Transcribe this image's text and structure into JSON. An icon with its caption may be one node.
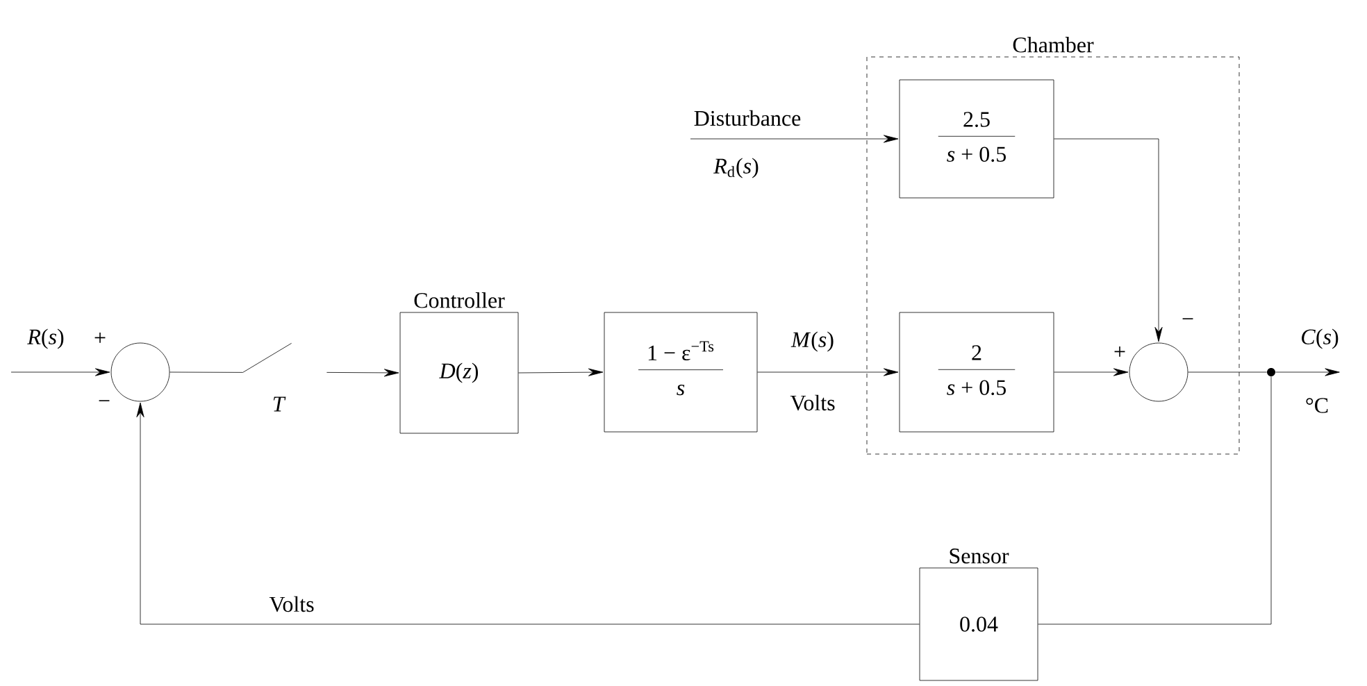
{
  "diagram": {
    "nodes": [
      {
        "text": [
          "Chamber"
        ]
      },
      {
        "text": [
          "2.5",
          "*s* + 0.5"
        ],
        "in": 0
      },
      {
        "text": [],
        "shape": "circle"
      },
      {
        "text": [
          "*T*"
        ]
      },
      {
        "text": [
          "Controller",
          "*D*(*z*)"
        ]
      },
      {
        "text": [
          "1 − ε$^{−Ts}$",
          "*s*"
        ]
      },
      {
        "text": [
          "2",
          "*s* + 0.5"
        ],
        "in": 0
      },
      {
        "text": [],
        "shape": "circle",
        "in": 0
      },
      {
        "text": [],
        "shape": "dot"
      },
      {
        "text": [
          "Sensor",
          "0.04"
        ]
      }
    ],
    "edges": [
      {
        "from": null,
        "to": 2,
        "arrow": "to",
        "label": "*R*(*s*)"
      },
      {
        "from": 2,
        "to": 3,
        "arrow": "none"
      },
      {
        "from": 3,
        "to": 4,
        "arrow": "to"
      },
      {
        "from": 4,
        "to": 5,
        "arrow": "to"
      },
      {
        "from": 5,
        "to": 6,
        "arrow": "to",
        "label": "*M*(*s*)"
      },
      {
        "from": null,
        "to": 1,
        "arrow": "to",
        "label": "Disturbance"
      },
      {
        "from": 1,
        "to": 7,
        "arrow": "to"
      },
      {
        "from": 6,
        "to": 7,
        "arrow": "to"
      },
      {
        "from": 7,
        "to": 8,
        "arrow": "none"
      },
      {
        "from": 8,
        "to": null,
        "arrow": "to",
        "label": "*C*(*s*)"
      },
      {
        "from": 8,
        "to": 9,
        "arrow": "none"
      },
      {
        "from": 9,
        "to": 2,
        "arrow": "to",
        "label": "Volts"
      }
    ],
    "labels": [
      "*R*$_{d}$(*s*)",
      "+",
      "+",
      "−",
      "Volts",
      "−",
      "°C"
    ]
  }
}
